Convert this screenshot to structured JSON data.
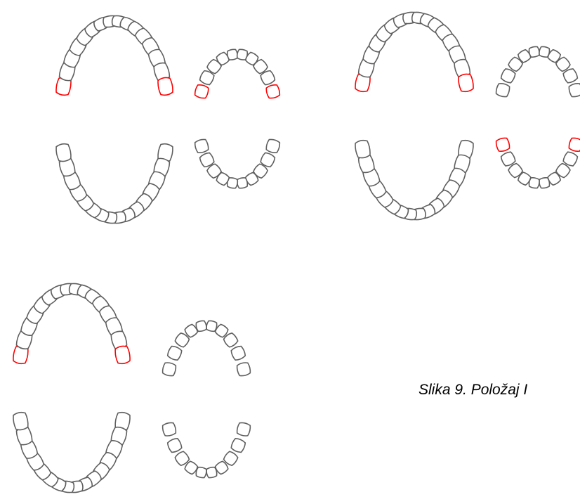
{
  "caption": "Slika 9. Položaj I",
  "colors": {
    "outline": "#5f5f5f",
    "highlight": "#ff0000",
    "background": "#ffffff"
  },
  "diagrams": [
    {
      "permanent_arch": {
        "upper_teeth": 16,
        "lower_teeth": 16,
        "highlighted_tooth_upper_left": true,
        "highlighted_tooth_upper_right": true
      },
      "deciduous_arch": {
        "upper_teeth": 10,
        "lower_teeth": 10,
        "highlighted_tooth_upper_left": true,
        "highlighted_tooth_upper_right": true
      }
    },
    {
      "permanent_arch": {
        "upper_teeth": 16,
        "lower_teeth": 16,
        "highlighted_tooth_upper_left": true,
        "highlighted_tooth_upper_right": true
      },
      "deciduous_arch": {
        "upper_teeth": 10,
        "lower_teeth": 10,
        "highlighted_tooth_lower_left": true,
        "highlighted_tooth_lower_right": true
      }
    },
    {
      "permanent_arch": {
        "upper_teeth": 16,
        "lower_teeth": 16,
        "highlighted_tooth_upper_left": true,
        "highlighted_tooth_upper_right": true
      },
      "deciduous_arch": {
        "upper_teeth": 10,
        "lower_teeth": 10
      }
    }
  ]
}
